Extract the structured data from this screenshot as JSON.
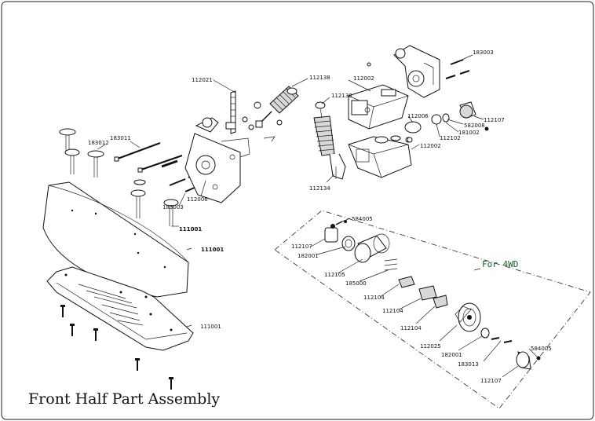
{
  "title": "Front Half Part Assembly",
  "subassembly_label": "For 4WD",
  "labels": {
    "l112021": "112021",
    "l112138a": "112138",
    "l112002a": "112002",
    "l183003a": "183003",
    "l112138b": "112138",
    "l112006a": "112006",
    "l112107a": "112107",
    "l582008": "582008",
    "l181002": "181002",
    "l112102": "112102",
    "l112002b": "112002",
    "l183011": "183011",
    "l183012": "183012",
    "l112006b": "112006",
    "l183003b": "183003",
    "l112134": "112134",
    "l111001a": "111001",
    "l111001b": "111001",
    "l111001c": "111001",
    "l584005a": "584005",
    "l112107b": "112107",
    "l182001a": "182001",
    "l112105": "112105",
    "l185000": "185000",
    "l112104a": "112104",
    "l112104b": "112104",
    "l112104c": "112104",
    "l112025": "112025",
    "l182001b": "182001",
    "l183013": "183013",
    "l584005b": "584005",
    "l112107c": "112107"
  }
}
